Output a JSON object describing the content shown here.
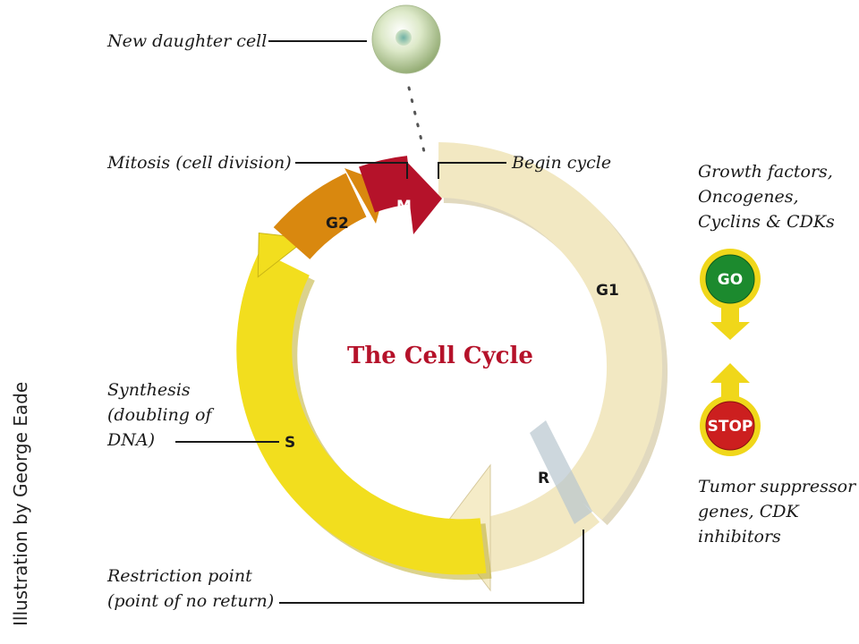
{
  "title": "The Cell Cycle",
  "credit": "Illustration by George Eade",
  "labels": {
    "daughter": "New daughter cell",
    "mitosis": "Mitosis (cell division)",
    "begin": "Begin cycle",
    "synthesis": [
      "Synthesis",
      "(doubling of",
      "DNA)"
    ],
    "restriction": [
      "Restriction point",
      "(point of no return)"
    ],
    "growth": [
      "Growth factors,",
      "Oncogenes,",
      "Cyclins & CDKs"
    ],
    "tumor": [
      "Tumor suppressor",
      "genes, CDK",
      "inhibitors"
    ]
  },
  "phases": {
    "m": "M",
    "g2": "G2",
    "g1": "G1",
    "s": "S",
    "r": "R"
  },
  "signals": {
    "go": "GO",
    "stop": "STOP"
  },
  "colors": {
    "m": "#b5122a",
    "g2": "#d9880f",
    "s": "#f2de1e",
    "g1": "#f2e8c2",
    "go": "#1c8a2e",
    "stop": "#cc1f1f",
    "arrow": "#f0d71a",
    "title": "#b5122a"
  }
}
